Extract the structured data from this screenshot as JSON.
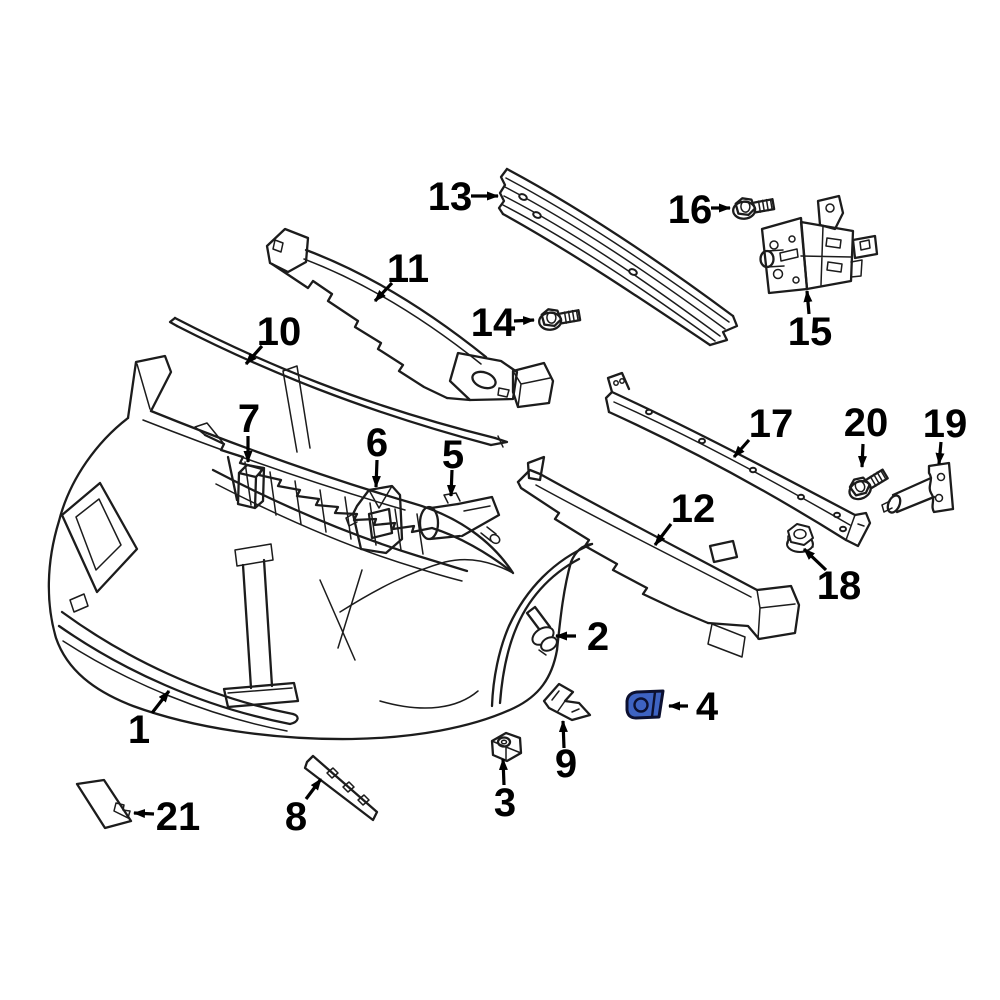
{
  "colors": {
    "line": "#1c1c1c",
    "label": "#000000",
    "background": "#ffffff",
    "highlight_fill": "#3e63c2",
    "highlight_stroke": "#0c1030"
  },
  "callouts": [
    "1",
    "2",
    "3",
    "4",
    "5",
    "6",
    "7",
    "8",
    "9",
    "10",
    "11",
    "12",
    "13",
    "14",
    "15",
    "16",
    "17",
    "18",
    "19",
    "20",
    "21"
  ],
  "highlighted_callout": "4"
}
